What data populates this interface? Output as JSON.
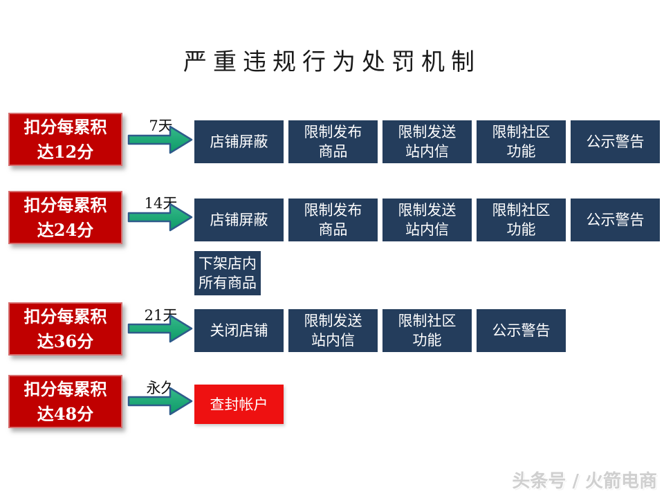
{
  "title": "严重违规行为处罚机制",
  "watermark": "头条号 / 火箭电商",
  "colors": {
    "trigger_red": "#c00000",
    "final_red": "#ee1111",
    "penalty_navy": "#243d5c",
    "arrow_green": "#17a26e",
    "arrow_outline": "#2e5b8a",
    "background": "#ffffff",
    "watermark_gray": "#cfcfcf"
  },
  "rows": [
    {
      "trigger": "扣分每累积\n达12分",
      "arrow_label": "7天",
      "penalties": [
        "店铺屏蔽",
        "限制发布\n商品",
        "限制发送\n站内信",
        "限制社区\n功能",
        "公示警告"
      ]
    },
    {
      "trigger": "扣分每累积\n达24分",
      "arrow_label": "14天",
      "penalties": [
        "店铺屏蔽",
        "限制发布\n商品",
        "限制发送\n站内信",
        "限制社区\n功能",
        "公示警告"
      ],
      "extra_penalty": "下架店内\n所有商品"
    },
    {
      "trigger": "扣分每累积\n达36分",
      "arrow_label": "21天",
      "penalties": [
        "关闭店铺",
        "限制发送\n站内信",
        "限制社区\n功能",
        "公示警告"
      ]
    },
    {
      "trigger": "扣分每累积\n达48分",
      "arrow_label": "永久",
      "final_penalty": "查封帐户"
    }
  ]
}
